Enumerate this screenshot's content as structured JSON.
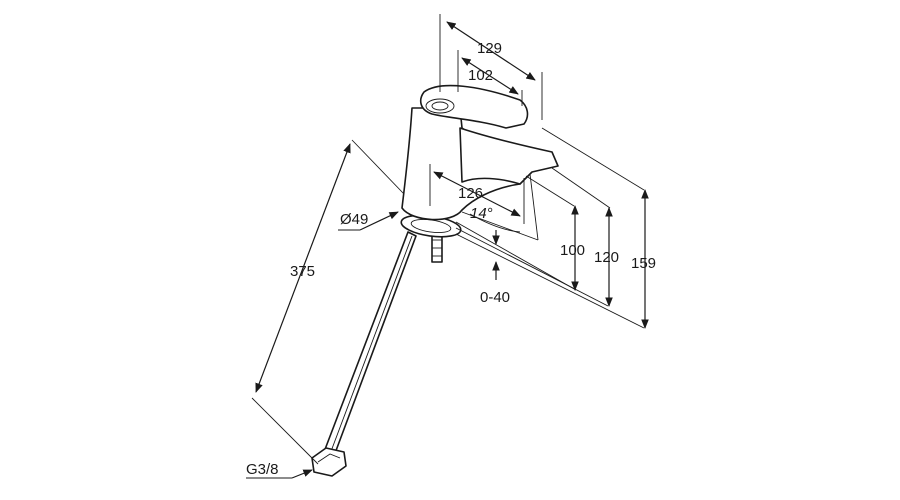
{
  "dimensions": {
    "width_overall": "129",
    "width_lever": "102",
    "spout_reach": "126",
    "spout_angle": "14°",
    "base_diameter": "Ø49",
    "hose_length": "375",
    "height_spout": "100",
    "height_lever": "120",
    "height_total": "159",
    "deck_thickness": "0-40",
    "connection_thread": "G3/8"
  },
  "colors": {
    "line": "#1a1a1a",
    "background": "#ffffff"
  }
}
